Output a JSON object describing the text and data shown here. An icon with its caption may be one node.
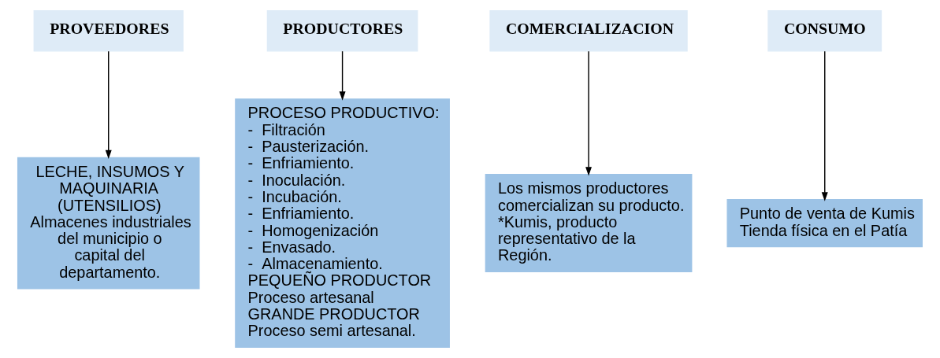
{
  "diagram": {
    "nodes": [
      {
        "text": [
          "PROVEEDORES"
        ]
      },
      {
        "text": [
          "PRODUCTORES"
        ]
      },
      {
        "text": [
          "COMERCIALIZACION"
        ]
      },
      {
        "text": [
          "CONSUMO"
        ]
      },
      {
        "text": [
          "LECHE, INSUMOS Y MAQUINARIA (UTENSILIOS)",
          "Almacenes industriales del municipio o capital del departamento."
        ]
      },
      {
        "text": [
          "PROCESO PRODUCTIVO:",
          "-  Filtración",
          "-  Pausterización.",
          "-  Enfriamiento.",
          "-  Inoculación.",
          "-  Incubación.",
          "-  Enfriamiento.",
          "-  Homogenización",
          "-  Envasado.",
          "-  Almacenamiento.",
          "PEQUEÑO PRODUCTOR",
          "Proceso artesanal",
          "GRANDE PRODUCTOR",
          "Proceso semi artesanal."
        ]
      },
      {
        "text": [
          "Los mismos productores comercializan su producto.",
          "*Kumis, producto representativo de la Región."
        ]
      },
      {
        "text": [
          "Punto de venta de Kumis",
          "Tienda física en el Patía"
        ]
      }
    ],
    "edges": [
      {
        "from": 0,
        "to": 4,
        "arrow": "to"
      },
      {
        "from": 1,
        "to": 5,
        "arrow": "to"
      },
      {
        "from": 2,
        "to": 6,
        "arrow": "to"
      },
      {
        "from": 3,
        "to": 7,
        "arrow": "to"
      }
    ]
  }
}
